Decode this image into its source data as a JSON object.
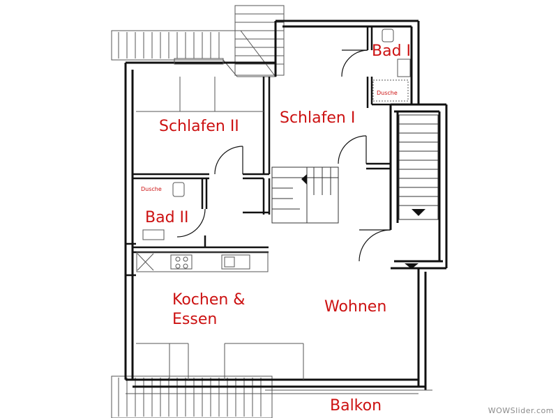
{
  "plan": {
    "rooms": {
      "schlafen_ii": "Schlafen II",
      "schlafen_i": "Schlafen I",
      "bad_i": "Bad I",
      "dusche_i": "Dusche",
      "bad_ii": "Bad II",
      "dusche_ii": "Dusche",
      "kochen": "Kochen &",
      "essen": "Essen",
      "wohnen": "Wohnen",
      "balkon": "Balkon"
    },
    "colors": {
      "label": "#cc1111",
      "wall": "#111111",
      "thin_line": "#555555"
    }
  },
  "watermark": "WOWSlider.com"
}
